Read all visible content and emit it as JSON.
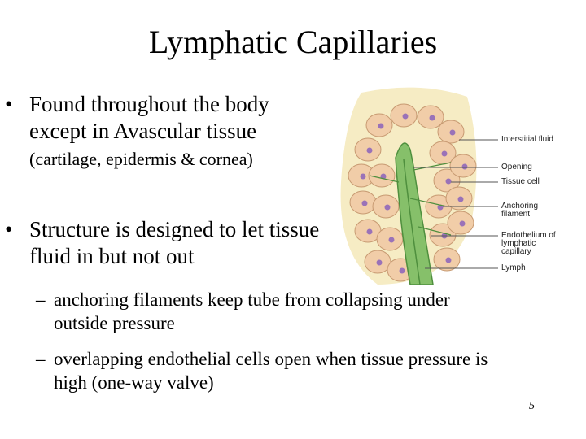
{
  "slide": {
    "title": "Lymphatic Capillaries",
    "bullets": [
      {
        "marker": "•",
        "text_main": "Found throughout the body except in Avascular tissue ",
        "text_small": "(cartilage, epidermis & cornea)"
      },
      {
        "marker": "•",
        "text_main": "Structure is designed to let tissue fluid in but not out"
      }
    ],
    "sub_bullets": [
      {
        "marker": "–",
        "text": "anchoring filaments keep tube from collapsing under outside pressure"
      },
      {
        "marker": "–",
        "text": "overlapping endothelial cells open when tissue pressure is high (one-way valve)"
      }
    ],
    "page_number": "5"
  },
  "figure": {
    "callouts": [
      "Interstitial fluid",
      "Opening",
      "Tissue cell",
      "Anchoring filament",
      "Endothelium of lymphatic capillary",
      "Lymph"
    ],
    "colors": {
      "background_fluid": "#f6ecc4",
      "tissue_cell": "#f1cda8",
      "cell_border": "#c79a72",
      "nucleus": "#9a72b8",
      "capillary": "#86c06a",
      "capillary_dark": "#4f8f3e",
      "leader_line": "#555555"
    }
  }
}
